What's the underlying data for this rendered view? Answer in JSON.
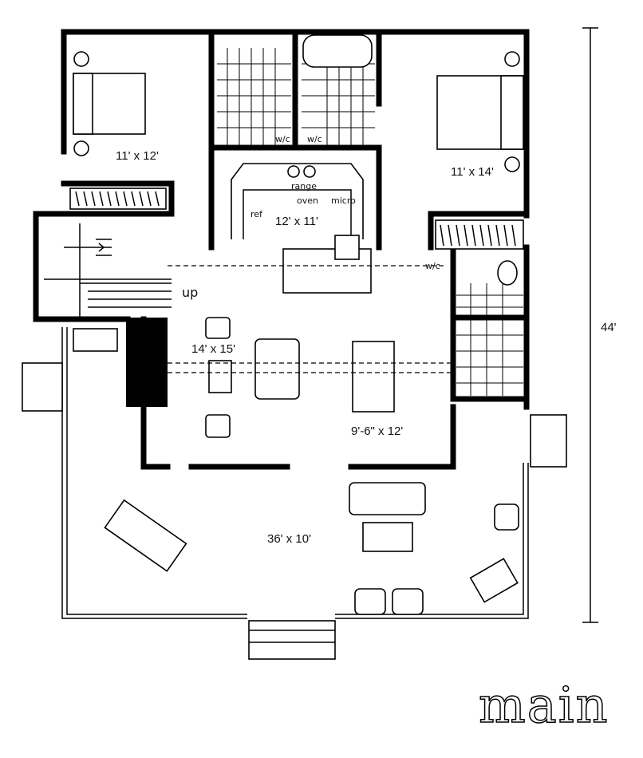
{
  "plan": {
    "title": "main",
    "overall_dimension": "44'",
    "rooms": [
      {
        "name": "bedroom-left",
        "size": "11' x 12'"
      },
      {
        "name": "bedroom-right",
        "size": "11' x 14'"
      },
      {
        "name": "kitchen",
        "size": "12' x 11'"
      },
      {
        "name": "living",
        "size": "14' x 15'"
      },
      {
        "name": "dining",
        "size": "9'-6\" x 12'"
      },
      {
        "name": "porch",
        "size": "36' x 10'"
      }
    ],
    "annotations": {
      "range": "range",
      "oven": "oven",
      "ref": "ref",
      "micro": "micro",
      "wc_left": "w/c",
      "wc_mid": "w/c",
      "wc_right": "w/c",
      "stairs": "up"
    }
  }
}
